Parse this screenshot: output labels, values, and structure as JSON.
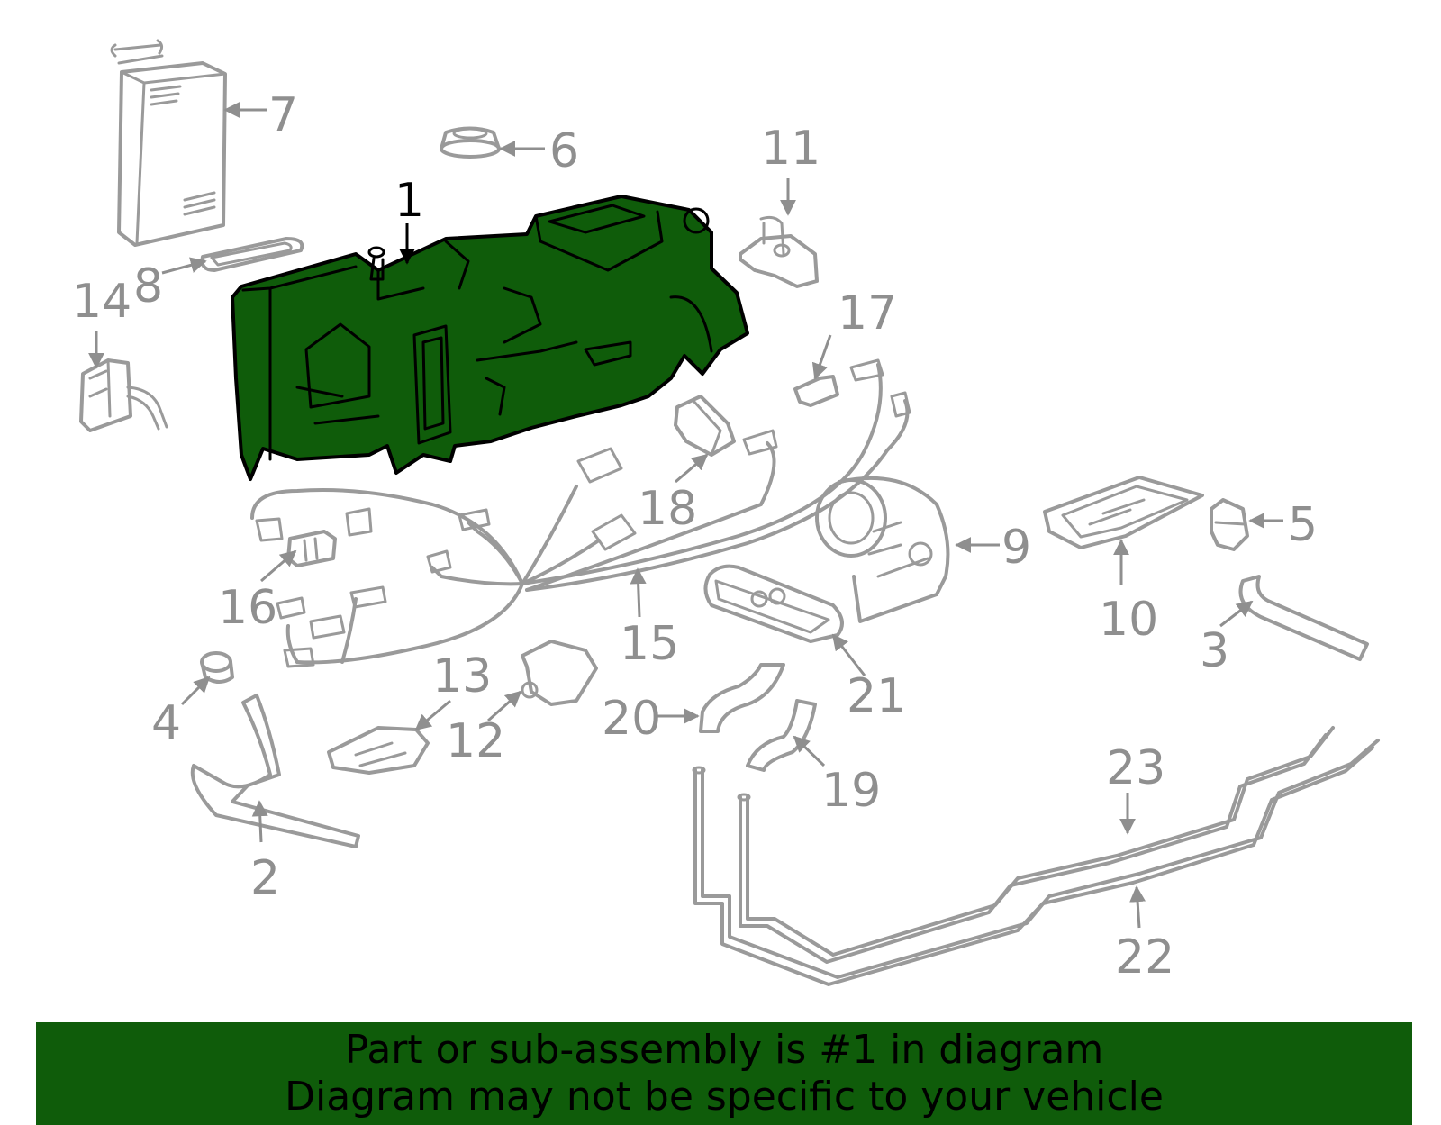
{
  "colors": {
    "highlight_fill": "#0f5c0a",
    "highlight_stroke": "#000000",
    "part_stroke": "#9a9a9a",
    "banner_bg": "#0f5c0a",
    "banner_text": "#000000"
  },
  "callouts": {
    "c1": "1",
    "c2": "2",
    "c3": "3",
    "c4": "4",
    "c5": "5",
    "c6": "6",
    "c7": "7",
    "c8": "8",
    "c9": "9",
    "c10": "10",
    "c11": "11",
    "c12": "12",
    "c13": "13",
    "c14": "14",
    "c15": "15",
    "c16": "16",
    "c17": "17",
    "c18": "18",
    "c19": "19",
    "c20": "20",
    "c21": "21",
    "c22": "22",
    "c23": "23"
  },
  "banner": {
    "line1": "Part or sub-assembly is #1 in diagram",
    "line2": "Diagram may not be specific to your vehicle"
  }
}
